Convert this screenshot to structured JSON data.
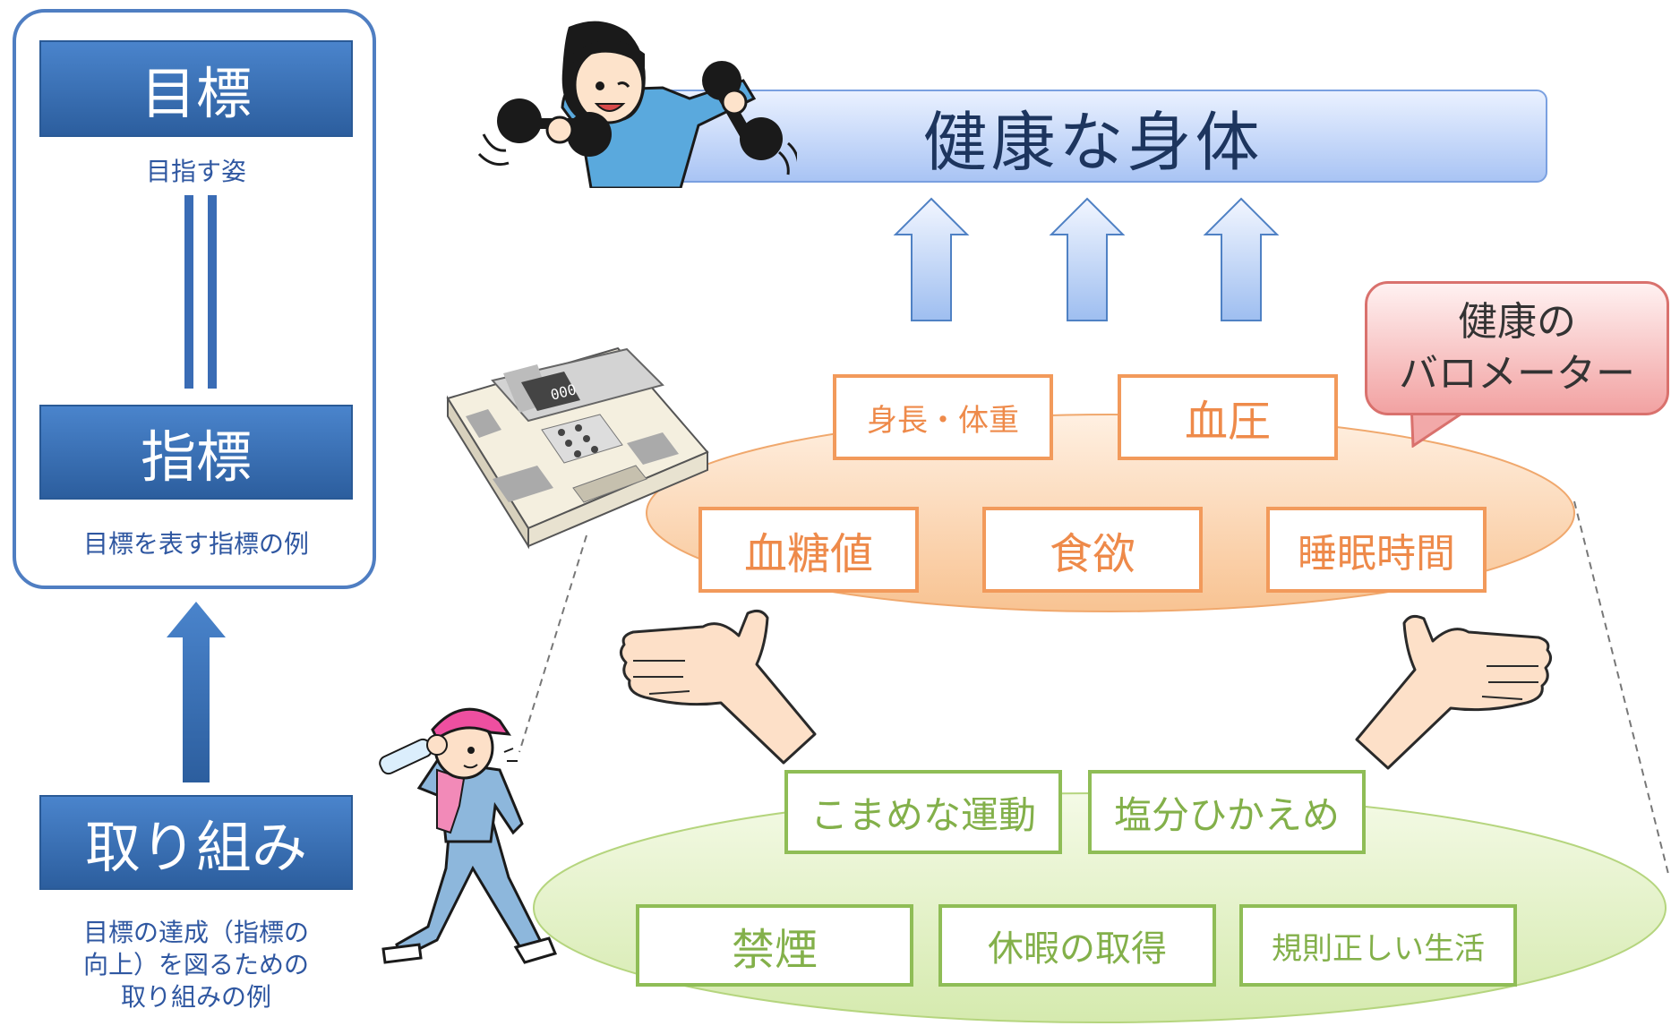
{
  "left_panel": {
    "goal_label": "目標",
    "goal_caption": "目指す姿",
    "indicator_label": "指標",
    "indicator_caption": "目標を表す指標の例",
    "action_label": "取り組み",
    "action_caption_lines": [
      "目標の達成（指標の",
      "向上）を図るための",
      "取り組みの例"
    ]
  },
  "goal_banner": "健康な身体",
  "barometer_bubble_lines": [
    "健康の",
    "バロメーター"
  ],
  "indicators": [
    "身長・体重",
    "血圧",
    "血糖値",
    "食欲",
    "睡眠時間"
  ],
  "actions": [
    "こまめな運動",
    "塩分ひかえめ",
    "禁煙",
    "休暇の取得",
    "規則正しい生活"
  ],
  "scale_display": "000",
  "colors": {
    "blue_box": "#2c5e9e",
    "orange": "#f29a5b",
    "green": "#8fbd56",
    "goal_gradient": "#a9c4f4",
    "bubble": "#f2a2a2"
  }
}
